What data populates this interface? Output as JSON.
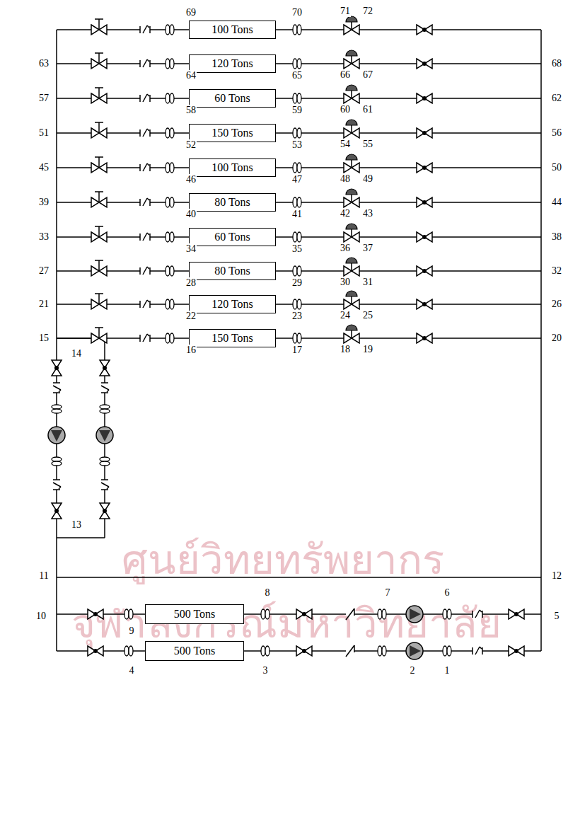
{
  "diagram": {
    "nodes": [
      {
        "text": [
          "100 Tons"
        ]
      },
      {
        "text": [
          "120 Tons"
        ]
      },
      {
        "text": [
          "60 Tons"
        ]
      },
      {
        "text": [
          "150 Tons"
        ]
      },
      {
        "text": [
          "100 Tons"
        ]
      },
      {
        "text": [
          "80 Tons"
        ]
      },
      {
        "text": [
          "60 Tons"
        ]
      },
      {
        "text": [
          "80 Tons"
        ]
      },
      {
        "text": [
          "120 Tons"
        ]
      },
      {
        "text": [
          "150 Tons"
        ]
      },
      {
        "text": [
          "500 Tons"
        ]
      },
      {
        "text": [
          "500 Tons"
        ]
      }
    ],
    "labels": [
      "69",
      "70",
      "71",
      "72",
      "63",
      "64",
      "65",
      "66",
      "67",
      "68",
      "57",
      "58",
      "59",
      "60",
      "61",
      "62",
      "51",
      "52",
      "53",
      "54",
      "55",
      "56",
      "45",
      "46",
      "47",
      "48",
      "49",
      "50",
      "39",
      "40",
      "41",
      "42",
      "43",
      "44",
      "33",
      "34",
      "35",
      "36",
      "37",
      "38",
      "27",
      "28",
      "29",
      "30",
      "31",
      "32",
      "21",
      "22",
      "23",
      "24",
      "25",
      "26",
      "15",
      "16",
      "17",
      "18",
      "19",
      "20",
      "14",
      "13",
      "11",
      "12",
      "10",
      "9",
      "8",
      "7",
      "6",
      "5",
      "4",
      "3",
      "2",
      "1",
      "ศูนย์วิทยทรัพยากร",
      "จุฬาลงกรณ์มหาวิทยาลัย"
    ]
  }
}
